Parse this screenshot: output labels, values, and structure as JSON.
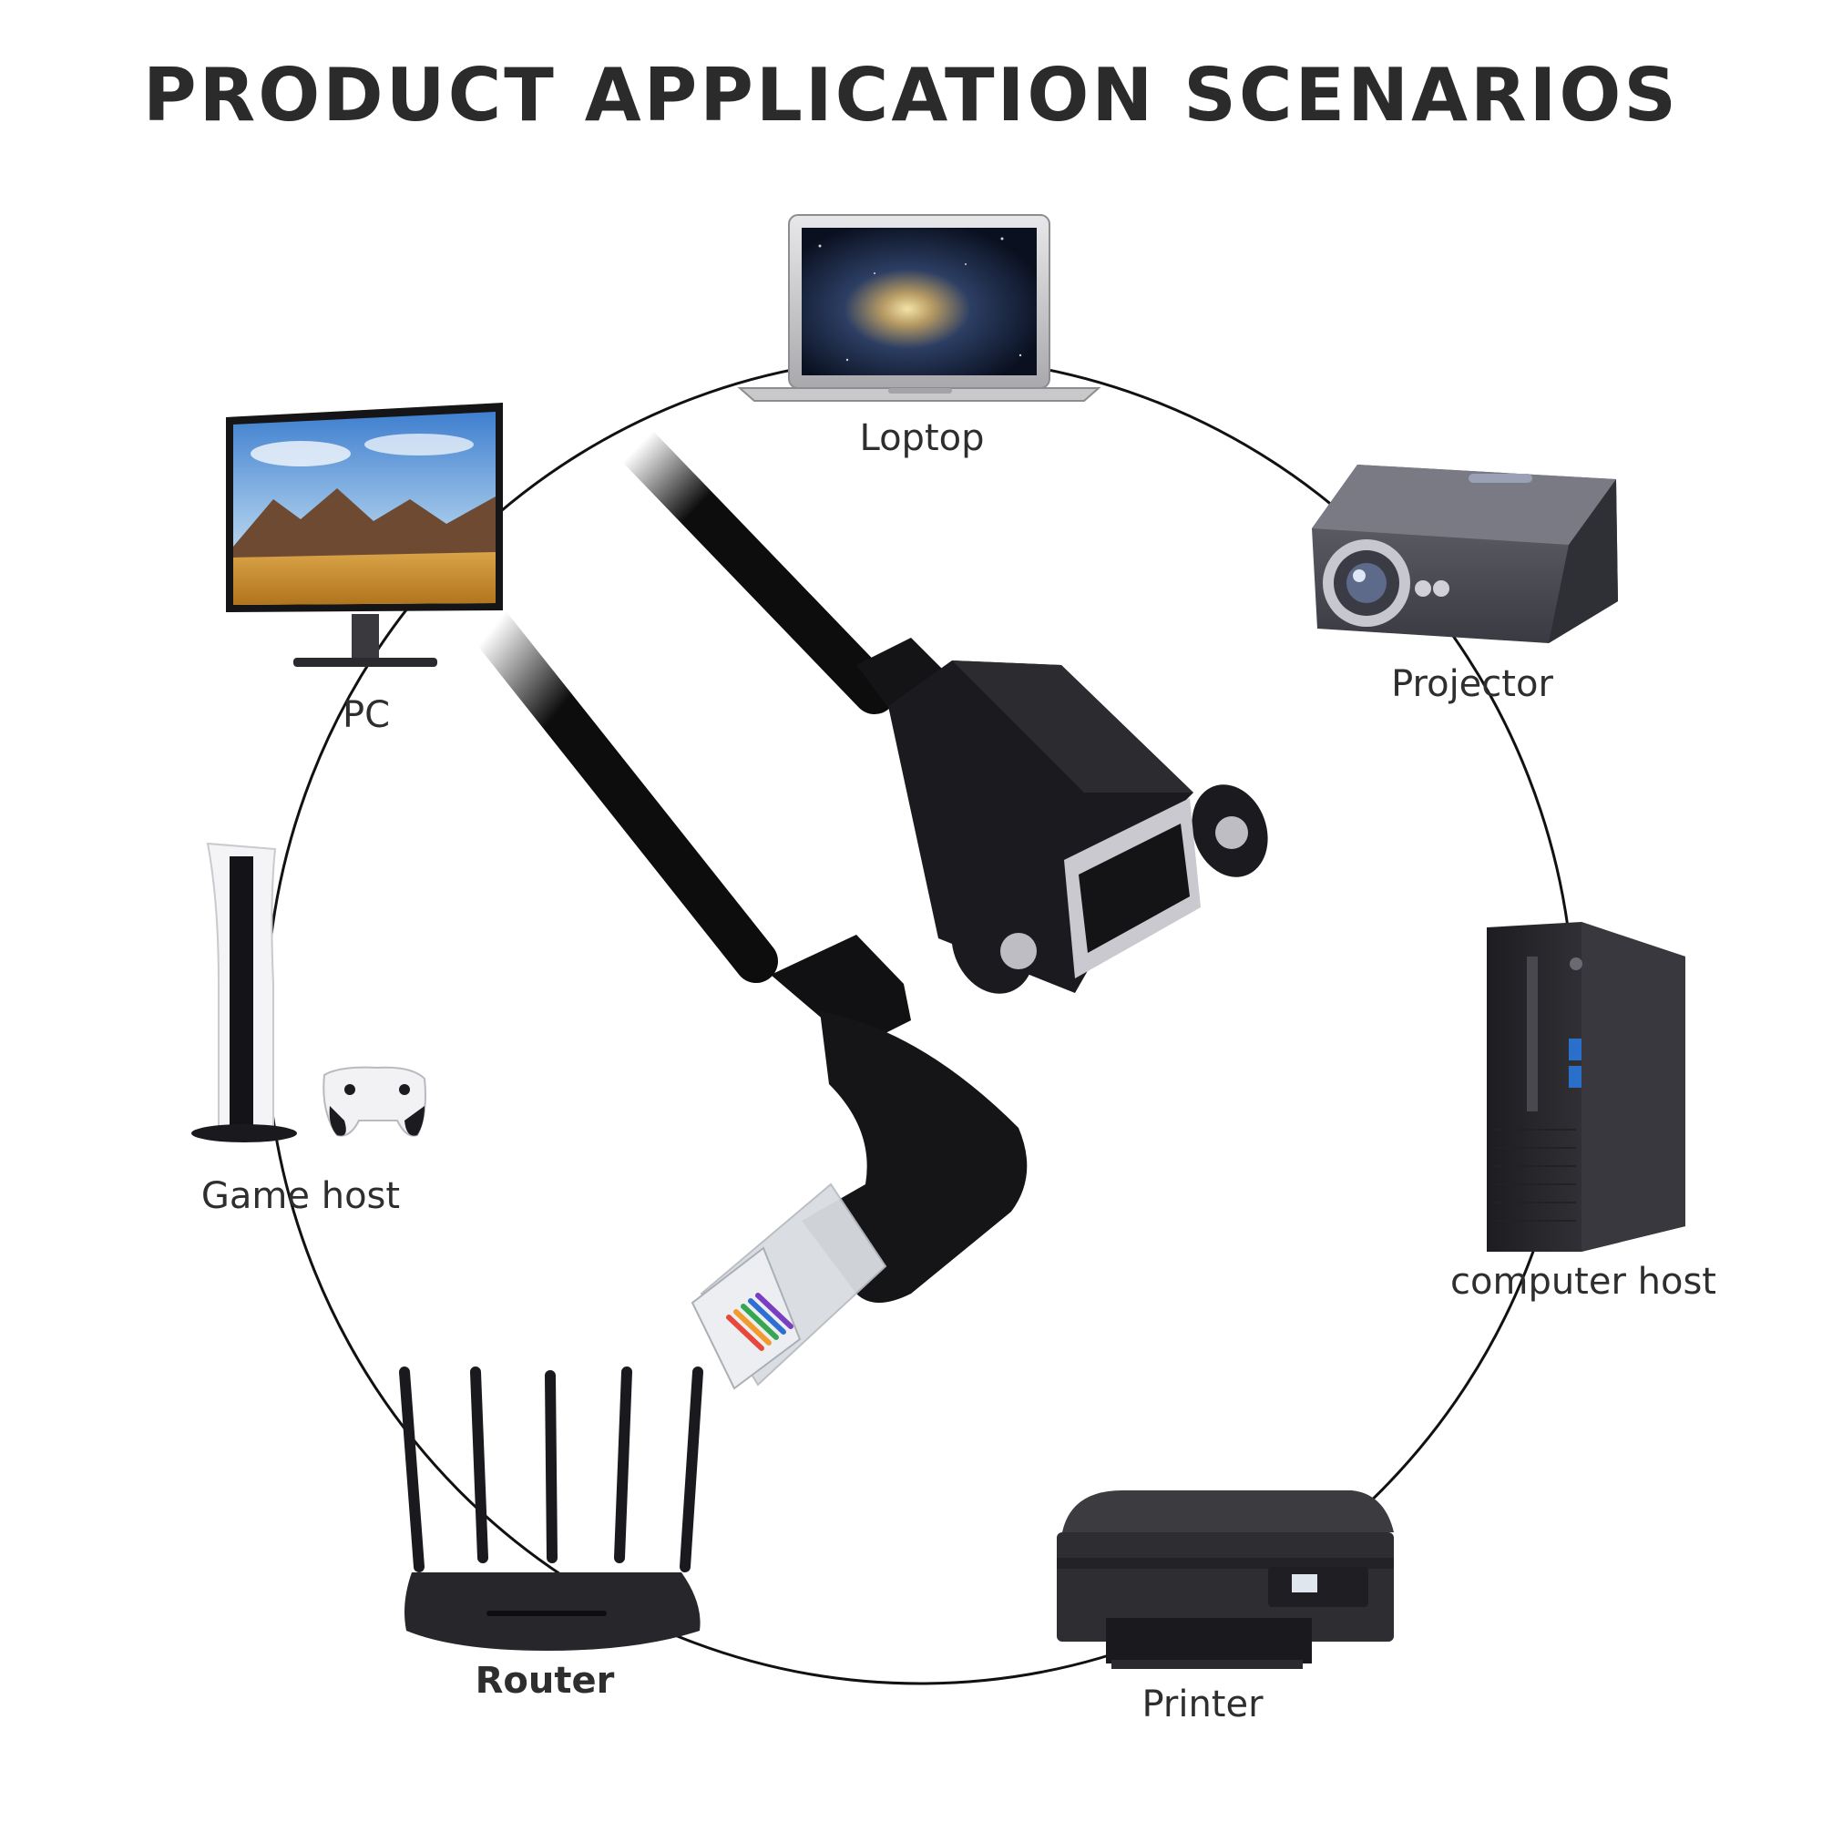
{
  "title": "PRODUCT APPLICATION SCENARIOS",
  "devices": {
    "laptop": {
      "label": "Loptop"
    },
    "pc": {
      "label": "PC"
    },
    "projector": {
      "label": "Projector"
    },
    "game_host": {
      "label": "Game host"
    },
    "computer_host": {
      "label": "computer host"
    },
    "router": {
      "label": "Router"
    },
    "printer": {
      "label": "Printer"
    }
  },
  "colors": {
    "text": "#2e2e2e",
    "circle": "#111111",
    "cable": "#0d0d0d",
    "device_dark": "#2a2a2e"
  }
}
